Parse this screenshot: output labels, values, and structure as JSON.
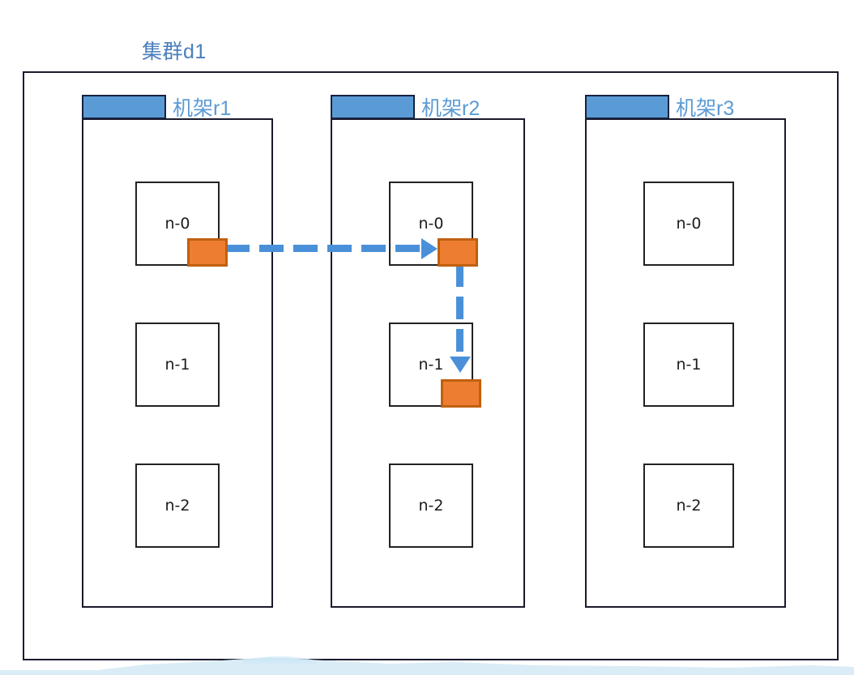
{
  "diagram": {
    "title": "集群d1",
    "colors": {
      "rack_tab": "#5B9BD5",
      "rack_label": "#5B9BD5",
      "title": "#4a7ebb",
      "replica_fill": "#ED7D31",
      "replica_border": "#C0600F",
      "arrow": "#4A90D9",
      "frame_border": "#1a1a2e",
      "node_border": "#222222",
      "background": "#ffffff",
      "watermark": "#d8ecf7"
    },
    "racks": [
      {
        "label": "机架r2",
        "nodes": [
          {
            "label": "n-0",
            "has_replica": true
          },
          {
            "label": "n-1",
            "has_replica": true
          },
          {
            "label": "n-2",
            "has_replica": false
          }
        ]
      },
      {
        "label": "机架r1",
        "nodes": [
          {
            "label": "n-0",
            "has_replica": true
          },
          {
            "label": "n-1",
            "has_replica": false
          },
          {
            "label": "n-2",
            "has_replica": false
          }
        ]
      },
      {
        "label": "机架r3",
        "nodes": [
          {
            "label": "n-0",
            "has_replica": false
          },
          {
            "label": "n-1",
            "has_replica": false
          },
          {
            "label": "n-2",
            "has_replica": false
          }
        ]
      }
    ],
    "flows": [
      {
        "name": "cross-rack-replication",
        "from": "机架r1 / n-0",
        "to": "机架r2 / n-0",
        "direction": "horizontal",
        "style": "dashed"
      },
      {
        "name": "intra-rack-replication",
        "from": "机架r2 / n-0",
        "to": "机架r2 / n-1",
        "direction": "vertical",
        "style": "dashed"
      }
    ]
  }
}
